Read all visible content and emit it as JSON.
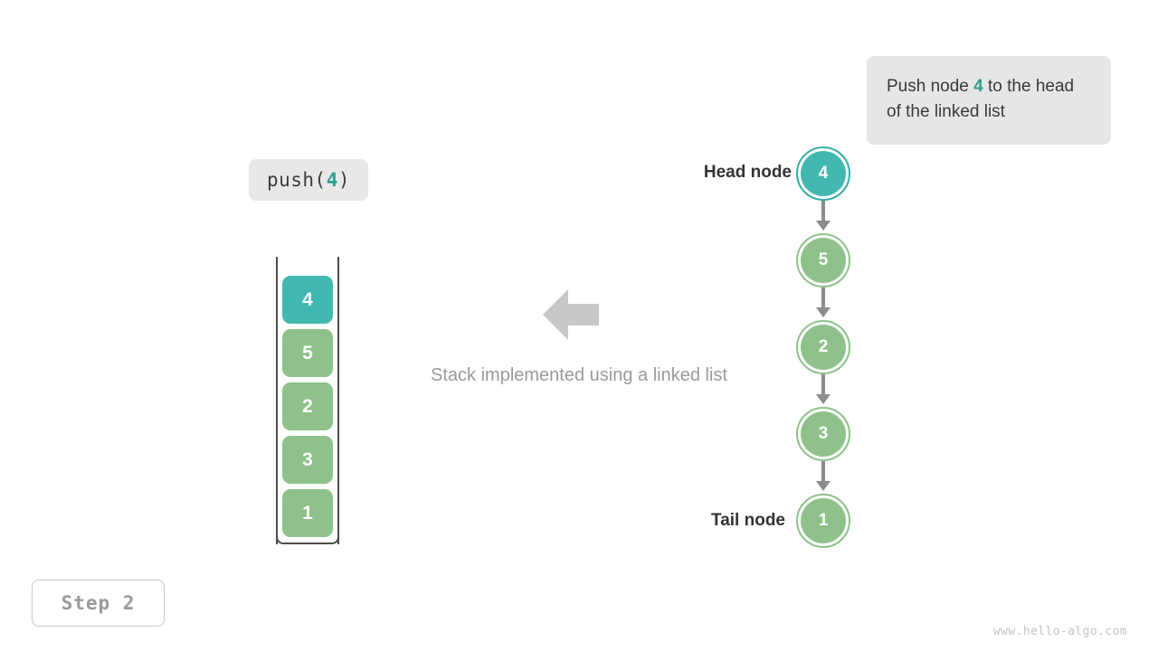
{
  "colors": {
    "teal": "#41b8b0",
    "teal_text": "#2e9e8f",
    "green": "#8ec28a",
    "grey_arrow": "#8c8c8c",
    "light_arrow": "#c8c8c8",
    "chip_bg": "#e8e8e8",
    "callout_bg": "#e6e6e6",
    "dark_text": "#333333",
    "muted_text": "#9a9a9a"
  },
  "callout": {
    "prefix": "Push node ",
    "value": "4",
    "suffix": " to the head of the linked list"
  },
  "operation": {
    "name": "push",
    "open_paren": "(",
    "argument": "4",
    "close_paren": ")"
  },
  "stack": {
    "cells": [
      {
        "value": "4",
        "highlight": true
      },
      {
        "value": "5",
        "highlight": false
      },
      {
        "value": "2",
        "highlight": false
      },
      {
        "value": "3",
        "highlight": false
      },
      {
        "value": "1",
        "highlight": false
      }
    ]
  },
  "middle": {
    "arrow_icon": "arrow-left-icon",
    "caption": "Stack implemented using a linked list"
  },
  "linked_list": {
    "head_label": "Head node",
    "tail_label": "Tail node",
    "nodes": [
      {
        "value": "4",
        "highlight": true
      },
      {
        "value": "5",
        "highlight": false
      },
      {
        "value": "2",
        "highlight": false
      },
      {
        "value": "3",
        "highlight": false
      },
      {
        "value": "1",
        "highlight": false
      }
    ]
  },
  "step": {
    "label": "Step 2"
  },
  "watermark": {
    "text": "www.hello-algo.com"
  }
}
